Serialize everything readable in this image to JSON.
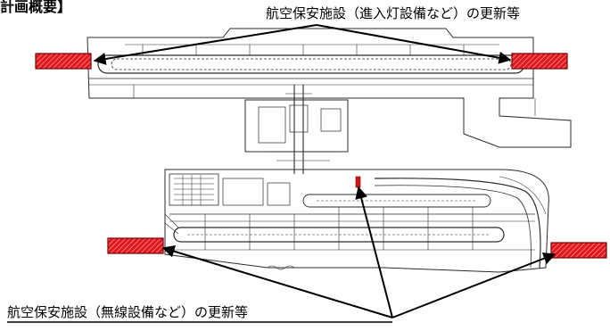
{
  "heading": {
    "text": "計画概要】"
  },
  "labels": {
    "top_caption": "航空保安施設（進入灯設備など）の更新等",
    "bottom_caption": "航空保安施設（無線設備など）の更新等"
  },
  "colors": {
    "marker_fill": "#e0181e",
    "marker_stroke": "#7a0000",
    "marker_hatch": "#f3a7a7",
    "drawing_line": "#222222",
    "arrow": "#000000",
    "spot_marker": "#d01818"
  },
  "icons": {
    "marker": "red-hatched-rectangle",
    "arrow": "black-arrow"
  }
}
